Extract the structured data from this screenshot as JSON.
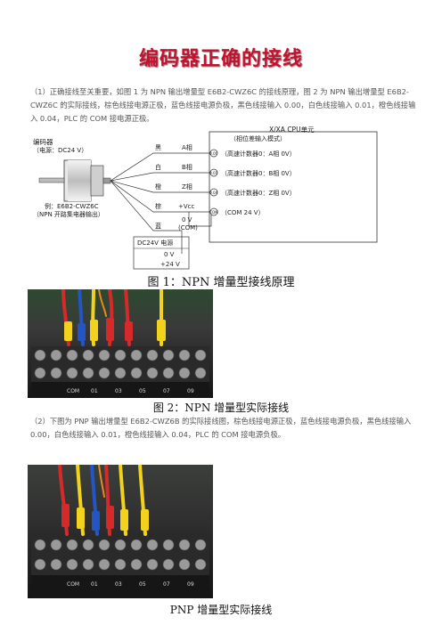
{
  "title": "编码器正确的接线",
  "para1": "（1）正确接线至关重要，如图 1 为 NPN 输出增量型 E6B2-CWZ6C 的接线原理，图 2 为 NPN 输出增量型 E6B2-CWZ6C 的实际接线，棕色线接电源正极，蓝色线接电源负极，黑色线接输入 0.00，白色线接输入 0.01，橙色线接输入 0.04，PLC 的 COM 接电源正极。",
  "para2": "（2）下图为 PNP 输出增量型 E6B2-CWZ6B 的实际接线图，棕色线接电源正极，蓝色线接电源负极，黑色线接输入 0.00，白色线接输入 0.01，橙色线接输入 0.04，PLC 的 COM 接电源负极。",
  "diagram": {
    "cpu_title": "X/XA CPU单元",
    "cpu_subtitle": "（相位差输入模式）",
    "encoder_label": "编码器",
    "encoder_power": "（电源：DC24 V）",
    "encoder_model": "例：E6B2-CWZ6C",
    "encoder_output": "（NPN 开路集电器输出）",
    "wires": [
      {
        "color_name": "黑",
        "phase": "A相",
        "terminal": "0.00",
        "desc": "（高速计数器0：A相 0V）"
      },
      {
        "color_name": "白",
        "phase": "B相",
        "terminal": "0.01",
        "desc": "（高速计数器0：B相 0V）"
      },
      {
        "color_name": "橙",
        "phase": "Z相",
        "terminal": "0.04",
        "desc": "（高速计数器0：Z相 0V）"
      },
      {
        "color_name": "棕",
        "phase": "+Vcc",
        "terminal": "COM",
        "desc": "（COM 24 V）"
      },
      {
        "color_name": "蓝",
        "phase": "0 V",
        "phase2": "(COM)"
      }
    ],
    "psu_label": "DC24V 电源",
    "psu_0v": "0 V",
    "psu_24v": "+24 V"
  },
  "caption1": "图 1：NPN 增量型接线原理",
  "caption2": "图 2：NPN 增量型实际接线",
  "caption3": "PNP 增量型实际接线",
  "photo1_labels": [
    "COM",
    "01",
    "03",
    "05",
    "07",
    "09"
  ],
  "photo2_labels": [
    "COM",
    "01",
    "03",
    "05",
    "07",
    "09"
  ],
  "colors": {
    "title": "#c8102e",
    "wire_red": "#d62a2a",
    "wire_yellow": "#f2d21c",
    "wire_blue": "#2355c4",
    "wire_orange": "#e88a1a",
    "terminal_block": "#1e1e1e"
  }
}
